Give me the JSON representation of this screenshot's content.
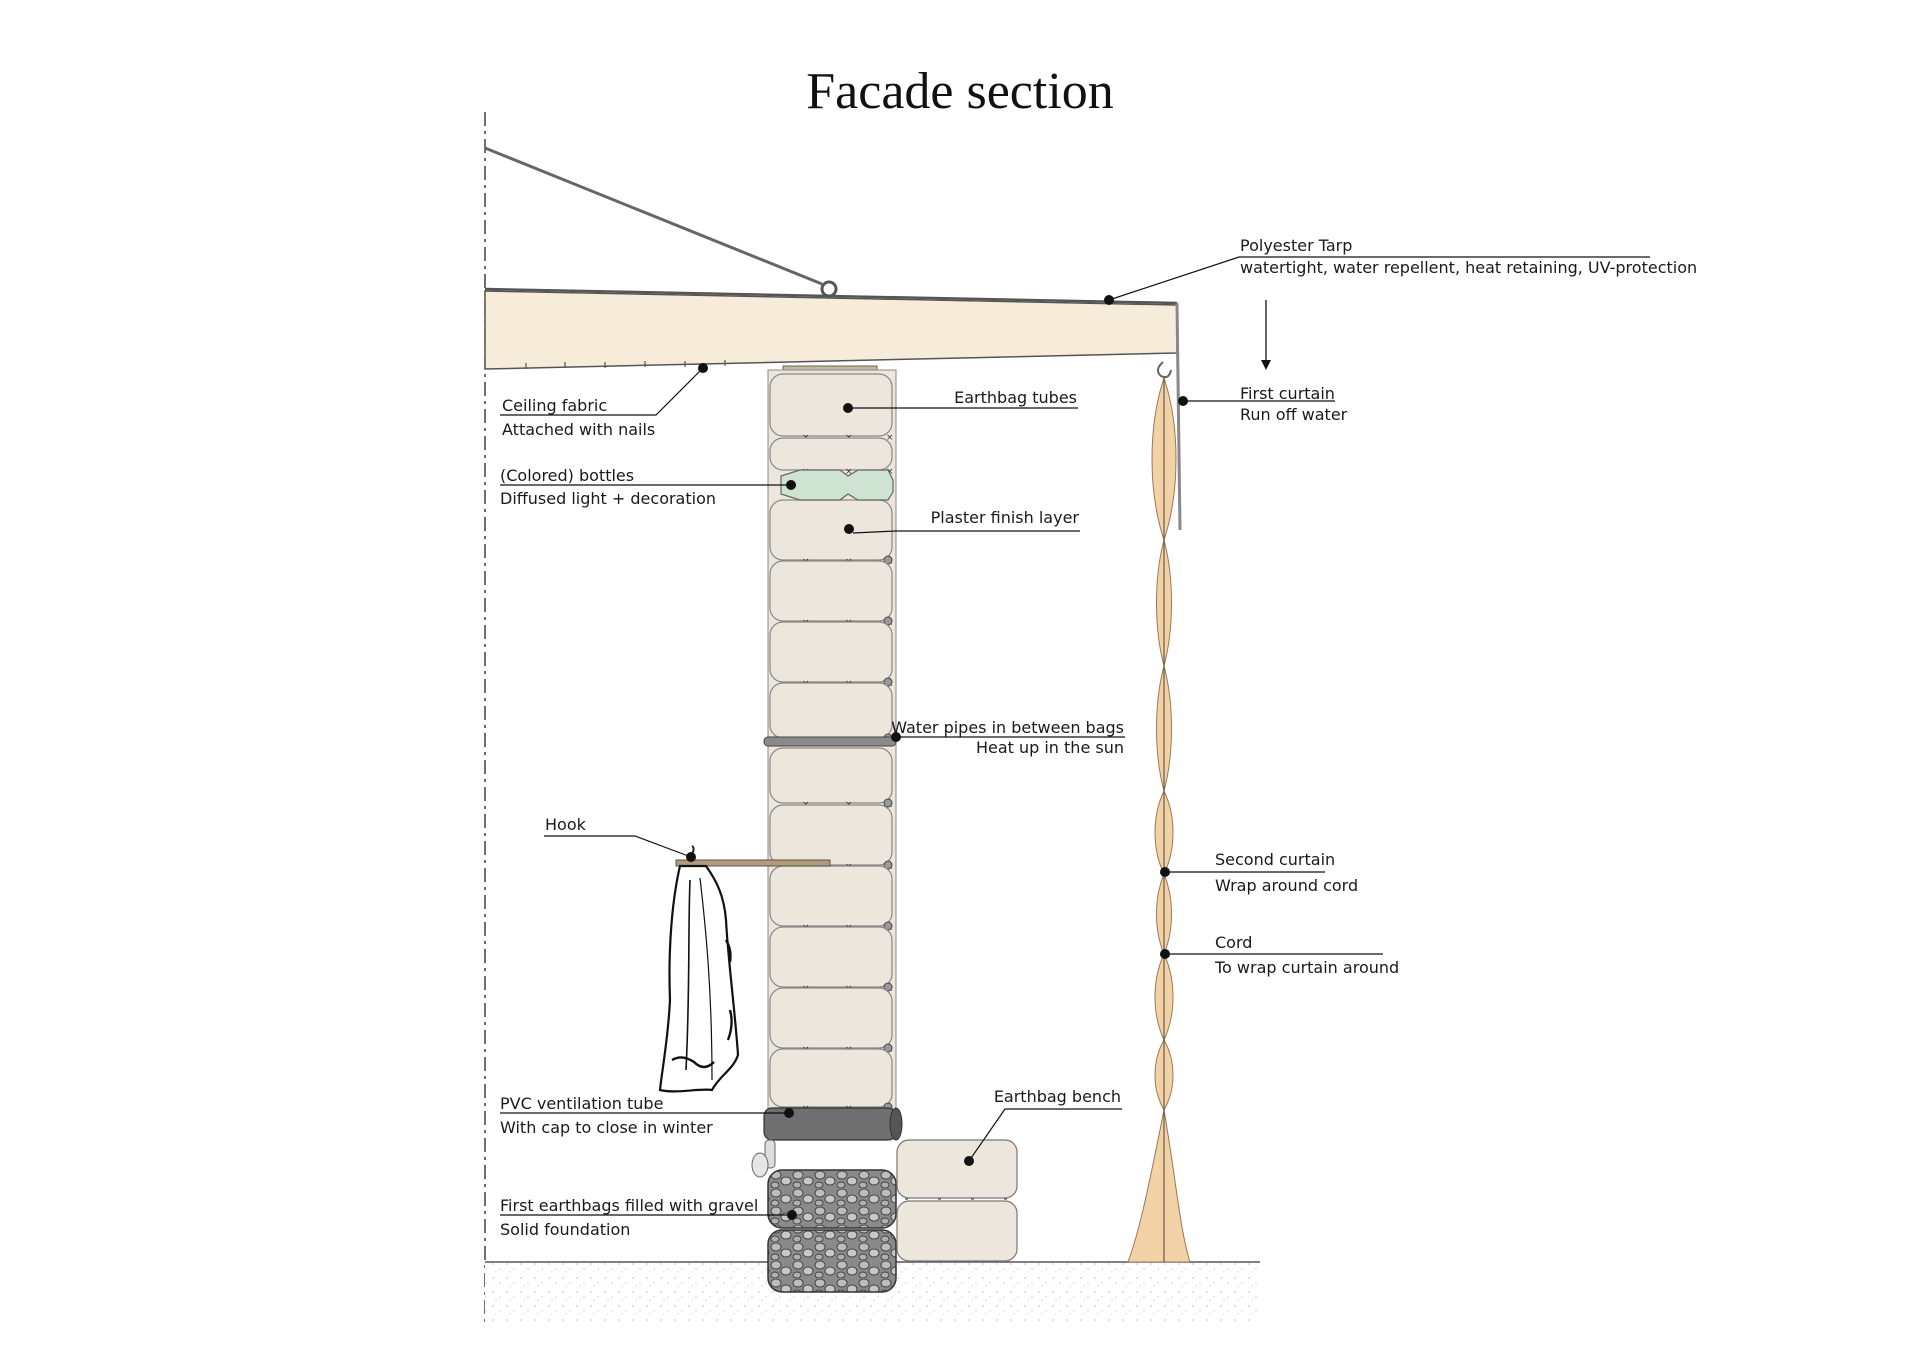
{
  "title": "Facade section",
  "labels": {
    "polyester_tarp": {
      "title": "Polyester Tarp",
      "desc": "watertight, water repellent, heat retaining, UV-protection"
    },
    "first_curtain": {
      "title": "First curtain",
      "desc": "Run off water"
    },
    "ceiling_fabric": {
      "title": "Ceiling fabric",
      "desc": "Attached with nails"
    },
    "earthbag_tubes": {
      "title": "Earthbag tubes"
    },
    "colored_bottles": {
      "title": "(Colored) bottles",
      "desc": "Diffused light + decoration"
    },
    "plaster_finish": {
      "title": "Plaster finish layer"
    },
    "water_pipes": {
      "title": "Water pipes in between bags",
      "desc": "Heat up in the sun"
    },
    "hook": {
      "title": "Hook"
    },
    "second_curtain": {
      "title": "Second curtain",
      "desc": "Wrap around cord"
    },
    "cord": {
      "title": "Cord",
      "desc": "To wrap curtain around"
    },
    "earthbag_bench": {
      "title": "Earthbag bench"
    },
    "pvc_tube": {
      "title": "PVC ventilation tube",
      "desc": "With cap to close in winter"
    },
    "gravel_bags": {
      "title": "First earthbags filled with gravel",
      "desc": "Solid foundation"
    }
  },
  "colors": {
    "roof_beam": "#f7ecd9",
    "earthbag": "#ece6dd",
    "bottle": "#cfe3d3",
    "curtain": "#f3d2a8",
    "pvc": "#6f6f6f",
    "gravel": "#7d7d7d"
  }
}
